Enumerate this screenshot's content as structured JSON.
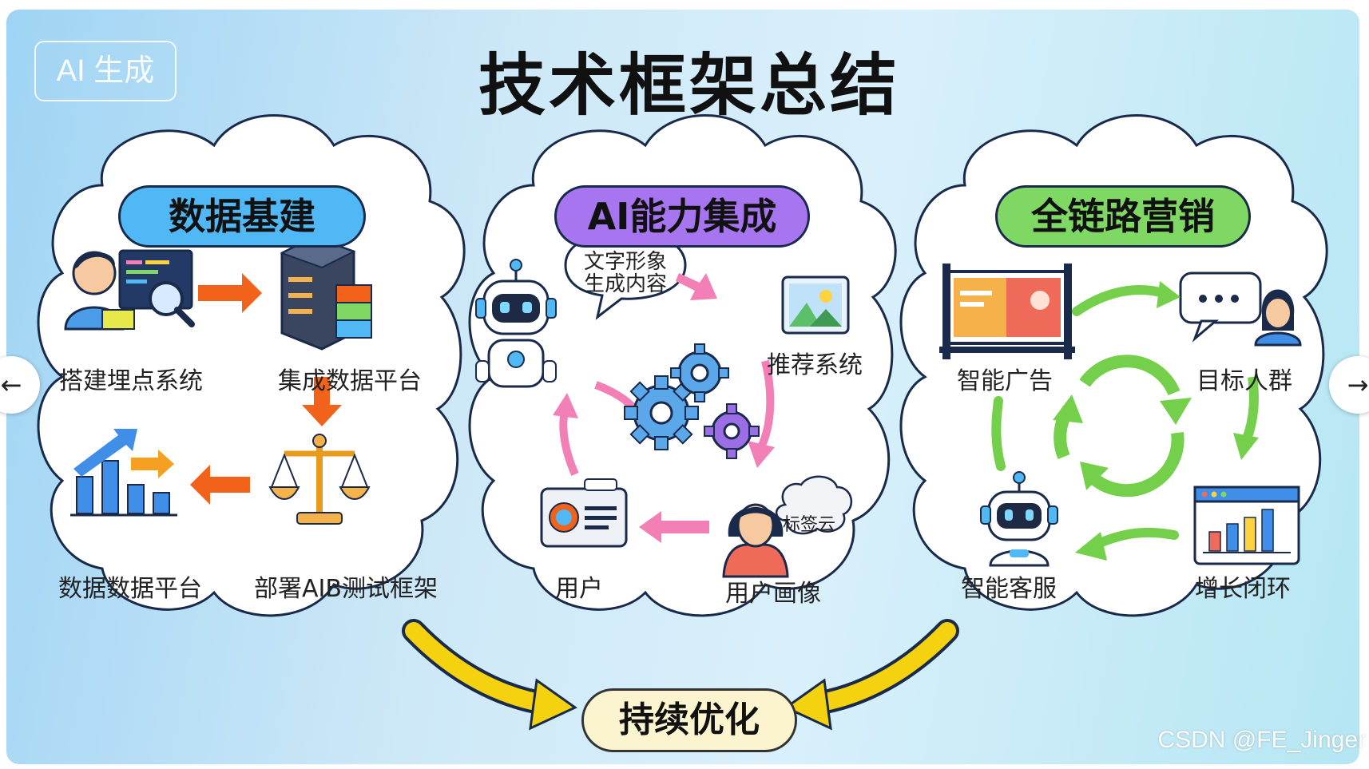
{
  "badge": "AI 生成",
  "title": "技术框架总结",
  "sections": [
    {
      "heading": "数据基建",
      "color": "#4fb8f5",
      "items": [
        "搭建埋点系统",
        "集成数据平台",
        "部署AIB测试框架",
        "数据数据平台"
      ]
    },
    {
      "heading": "AI能力集成",
      "color": "#a775f0",
      "bubble": [
        "文字形象",
        "生成内容"
      ],
      "items": [
        "推荐系统",
        "用户画像",
        "用户"
      ],
      "tag_cloud": "标签云"
    },
    {
      "heading": "全链路营销",
      "color": "#7fd863",
      "items": [
        "智能广告",
        "目标人群",
        "增长闭环",
        "智能客服"
      ]
    }
  ],
  "result": "持续优化",
  "nav": {
    "prev": "←",
    "next": "→"
  },
  "watermark": "CSDN @FE_Jinger",
  "colors": {
    "arrow_orange": "#f2621b",
    "arrow_pink": "#f27fb5",
    "arrow_green": "#74cf4a",
    "arrow_yellow": "#f5d20f",
    "gear_blue": "#5aa7ea",
    "gear_purple": "#9b6ee6"
  },
  "icons": [
    "developer-icon",
    "server-icon",
    "scale-icon",
    "growth-chart-icon",
    "robot-icon",
    "gears-icon",
    "image-icon",
    "user-card-icon",
    "user-avatar-icon",
    "billboard-icon",
    "chat-user-icon",
    "dashboard-icon"
  ]
}
